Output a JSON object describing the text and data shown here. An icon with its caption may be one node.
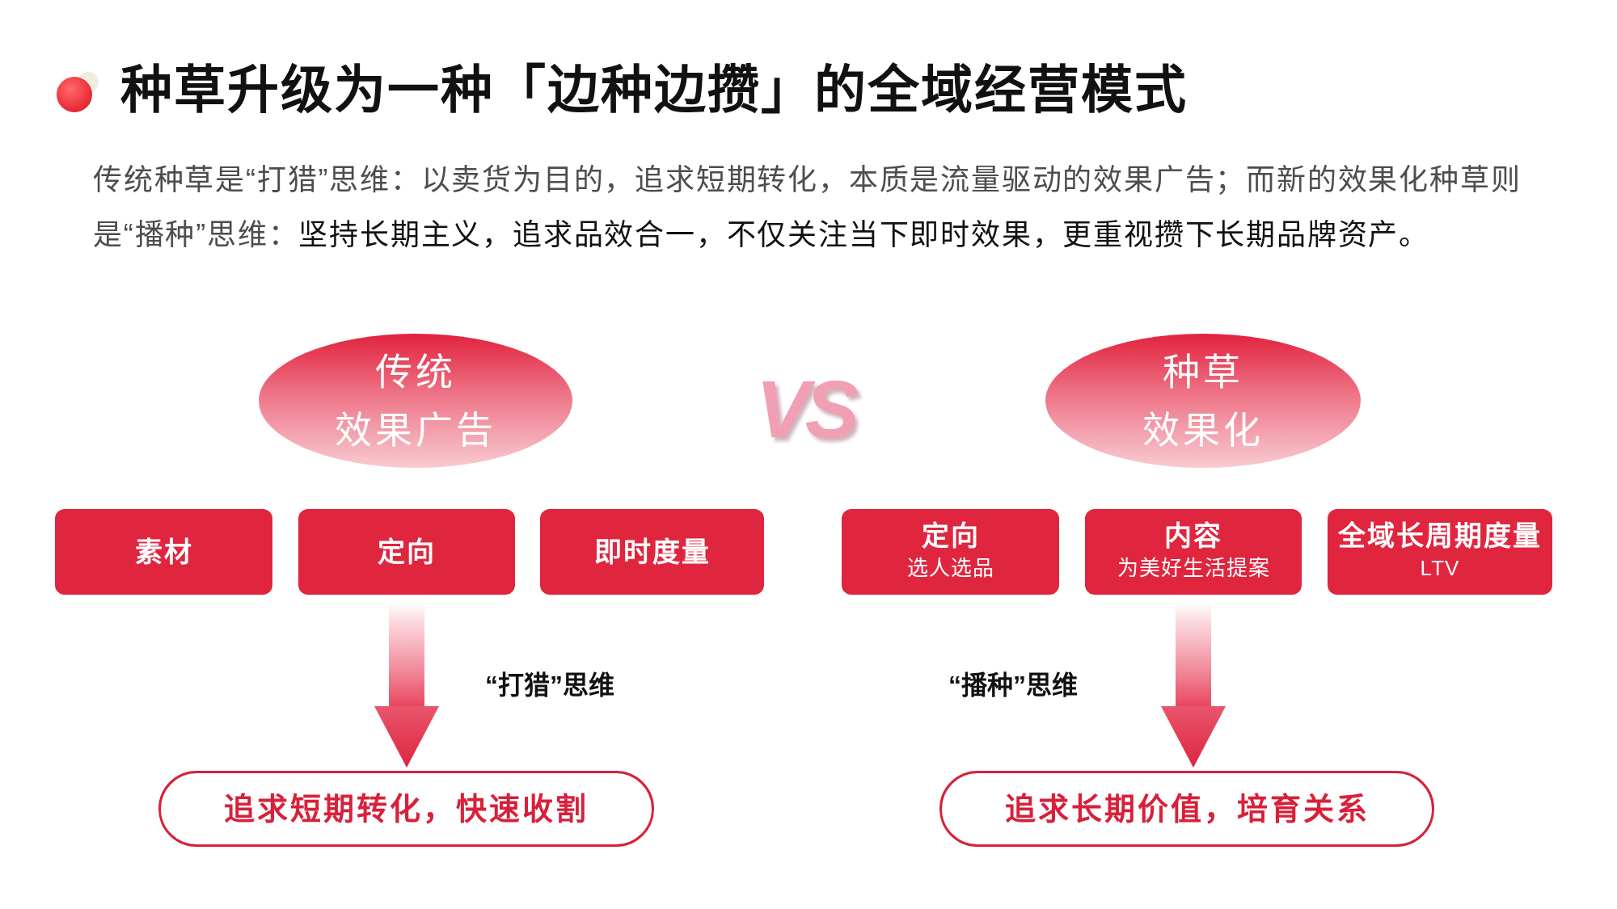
{
  "diagram": {
    "title": "种草升级为一种「边种边攒」的全域经营模式",
    "nodes": [
      {
        "text": [
          "传统",
          "效果广告"
        ]
      },
      {
        "text": [
          "素材"
        ]
      },
      {
        "text": [
          "定向"
        ]
      },
      {
        "text": [
          "即时度量"
        ]
      },
      {
        "text": [
          "追求短期转化，快速收割"
        ]
      },
      {
        "text": [
          "种草",
          "效果化"
        ]
      },
      {
        "text": [
          "定向",
          "选人选品"
        ]
      },
      {
        "text": [
          "内容",
          "为美好生活提案"
        ]
      },
      {
        "text": [
          "全域长周期度量",
          "LTV"
        ]
      },
      {
        "text": [
          "追求长期价值，培育关系"
        ]
      }
    ],
    "edges": [
      {
        "from": 2,
        "to": 4,
        "arrow": "to",
        "label": "“打猎”思维"
      },
      {
        "from": 7,
        "to": 9,
        "arrow": "to",
        "label": "“播种”思维"
      }
    ],
    "labels": [
      "传统种草是“打猎”思维：以卖货为目的，追求短期转化，本质是流量驱动的效果广告；而新的效果化种草则是“播种”思维：**坚持长期主义，追求品效合一，不仅关注当下即时效果，更重视攒下长期品牌资产。**",
      "VS"
    ]
  }
}
